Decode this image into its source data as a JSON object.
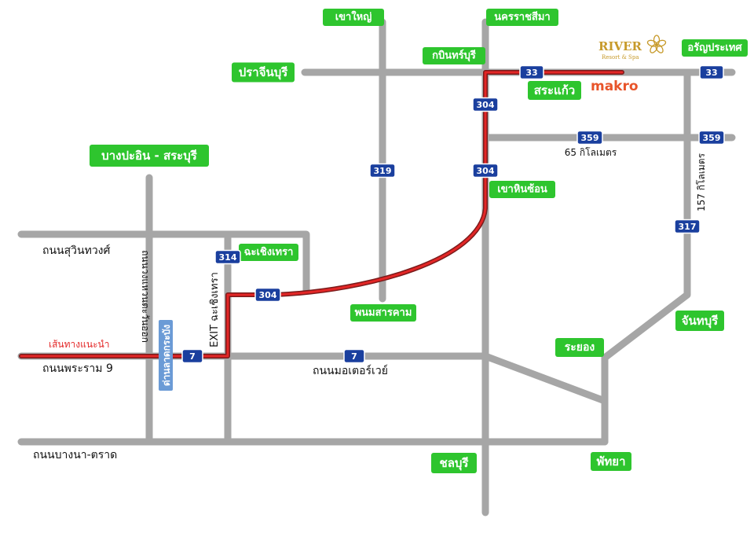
{
  "colors": {
    "road": "#a6a6a6",
    "route": "#e32626",
    "route_edge": "#7a1b1b",
    "place_bg": "#2ec52e",
    "place_text": "#ffffff",
    "shield_bg": "#1a3f9e",
    "shield_text": "#ffffff",
    "tollgate_bg": "#6b9bd6",
    "road_text": "#111111",
    "route_legend": "#e32626",
    "makro": "#e8542a",
    "river_logo": "#c79a2a"
  },
  "logo": {
    "brand": "RIVER",
    "tagline": "Resort & Spa"
  },
  "makro": "makro",
  "places": {
    "khao_yai": "เขาใหญ่",
    "nakhon_ratchasima": "นครราชสีมา",
    "kabin_buri": "กบินทร์บุรี",
    "prachin_buri": "ปราจีนบุรี",
    "aranyaprathet": "อรัญประเทศ",
    "sa_kaeo": "สระแก้ว",
    "bang_pa_in": "บางปะอิน - สระบุรี",
    "khao_hin_son": "เขาหินซ้อน",
    "chachoengsao": "ฉะเชิงเทรา",
    "phanom_sarakham": "พนมสารคาม",
    "chanthaburi": "จันทบุรี",
    "rayong": "ระยอง",
    "chon_buri": "ชลบุรี",
    "pattaya": "พัทยา"
  },
  "shields": {
    "r33_top": "33",
    "r33_right": "33",
    "r304_a": "304",
    "r304_b": "304",
    "r304_c": "304",
    "r359_a": "359",
    "r359_b": "359",
    "r319": "319",
    "r317": "317",
    "r314": "314",
    "r7_a": "7",
    "r7_b": "7"
  },
  "tollgate": "ด่านลาดกระบัง",
  "roads": {
    "sukhumvit": "ถนนสุวินทวงศ์",
    "rama9": "ถนนพระราม 9",
    "motorway": "ถนนมอเตอร์เวย์",
    "bangna_trat": "ถนนบางนา-ตราด",
    "outer_ring": "ถนนวงแหวนตะวันออก",
    "exit_chacho": "EXIT ฉะเชิงเทรา",
    "km65": "65 กิโลเมตร",
    "km157": "157 กิโลเมตร"
  },
  "legend": {
    "route": "เส้นทางแนะนำ"
  }
}
